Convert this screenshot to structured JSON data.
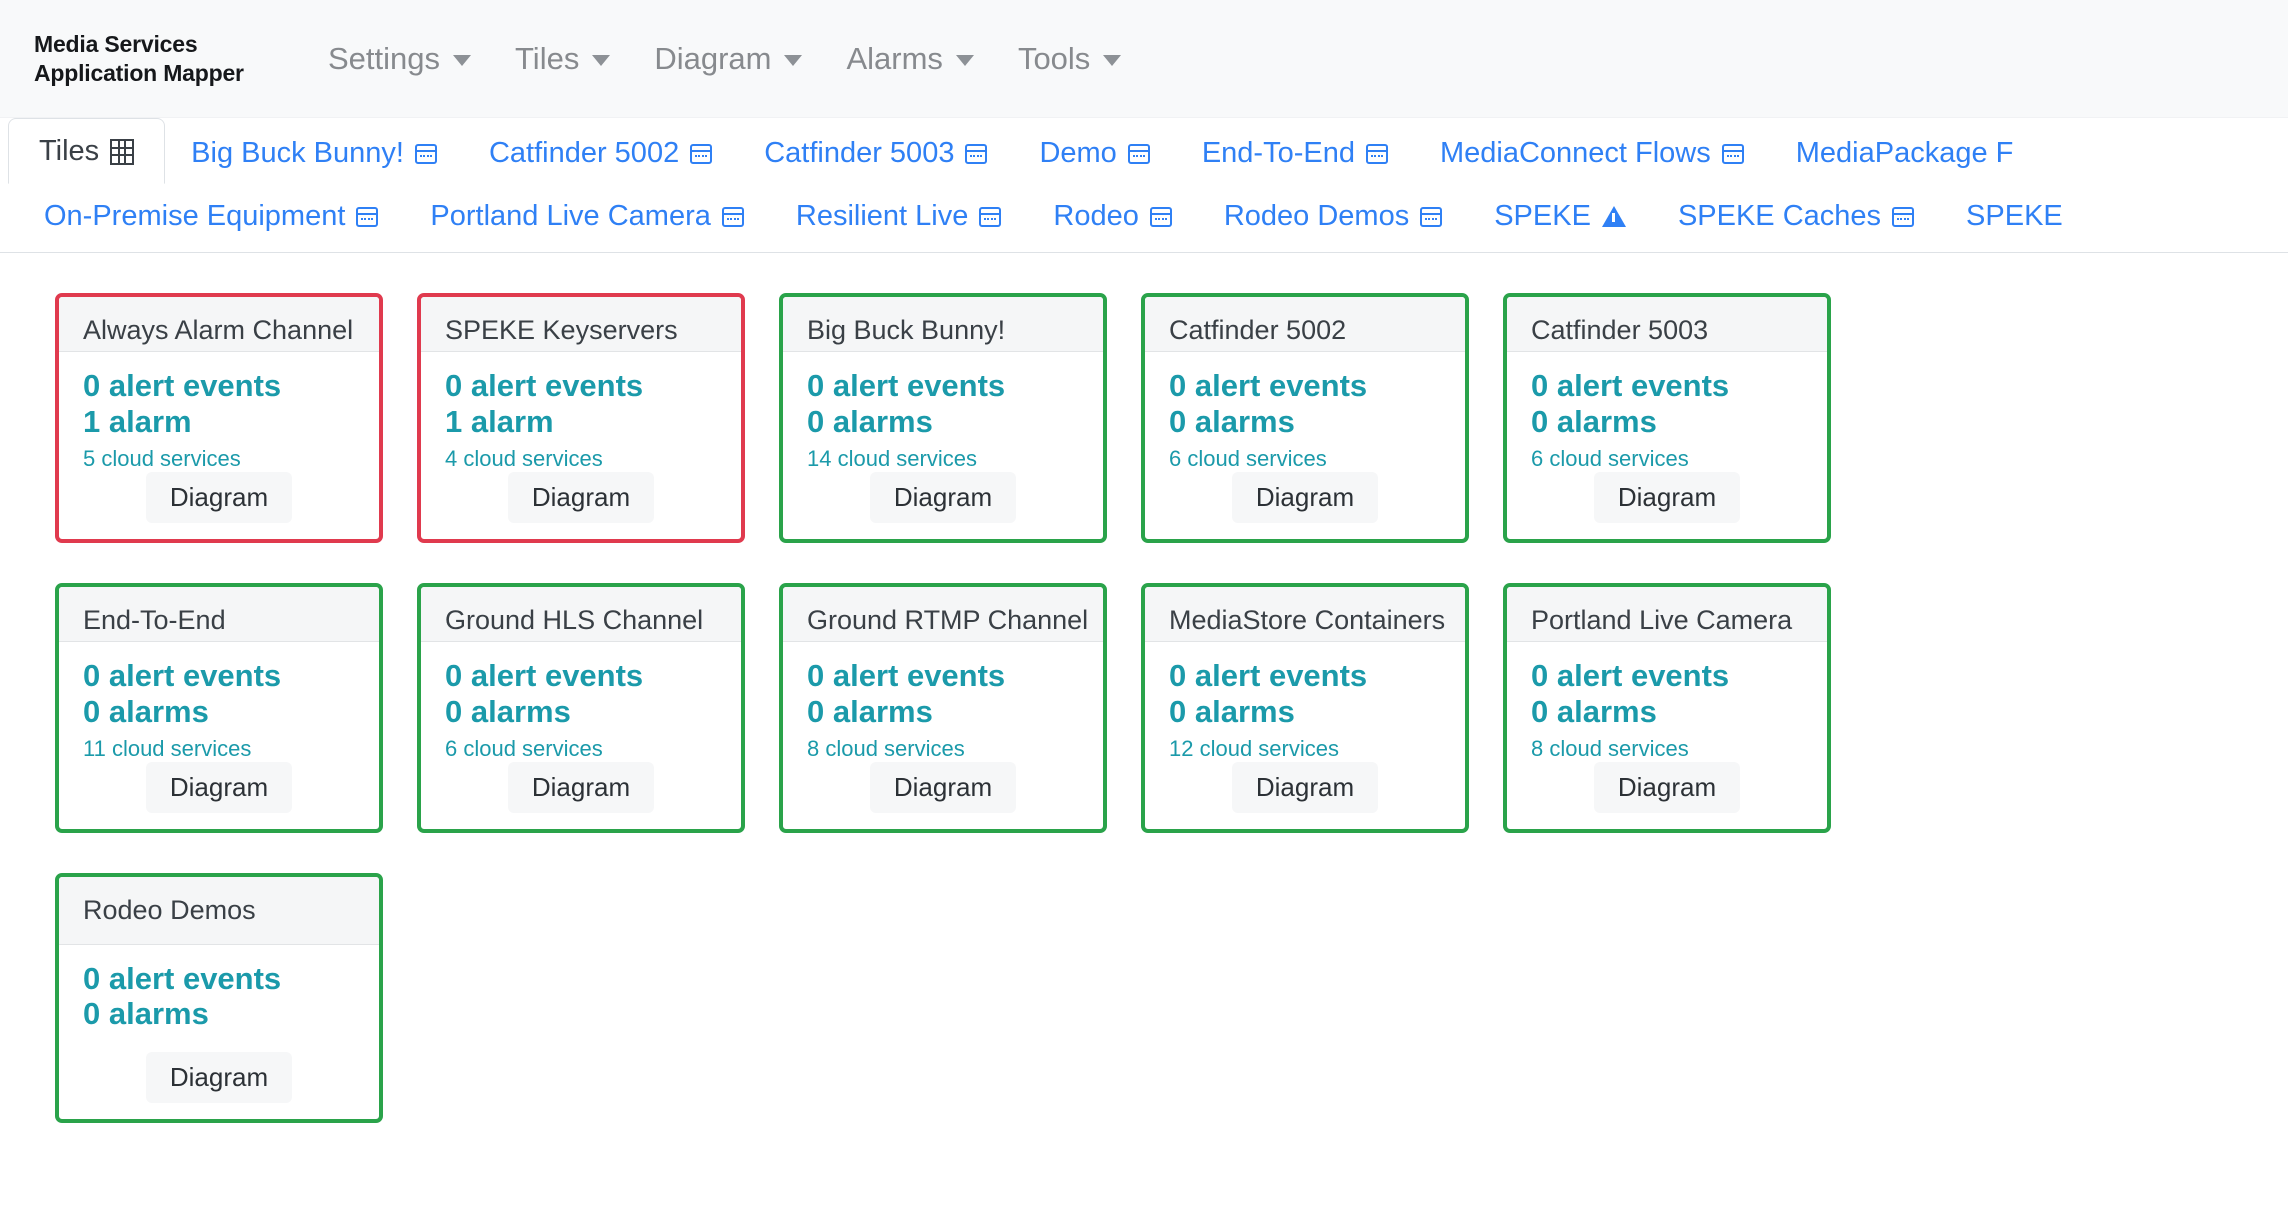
{
  "navbar": {
    "brand_line1": "Media Services",
    "brand_line2": "Application Mapper",
    "menus": [
      {
        "label": "Settings"
      },
      {
        "label": "Tiles"
      },
      {
        "label": "Diagram"
      },
      {
        "label": "Alarms"
      },
      {
        "label": "Tools"
      }
    ]
  },
  "tabs": {
    "row1": [
      {
        "label": "Tiles",
        "icon": "grid-icon",
        "active": true
      },
      {
        "label": "Big Buck Bunny!",
        "icon": "tile-icon",
        "active": false
      },
      {
        "label": "Catfinder 5002",
        "icon": "tile-icon",
        "active": false
      },
      {
        "label": "Catfinder 5003",
        "icon": "tile-icon",
        "active": false
      },
      {
        "label": "Demo",
        "icon": "tile-icon",
        "active": false
      },
      {
        "label": "End-To-End",
        "icon": "tile-icon",
        "active": false
      },
      {
        "label": "MediaConnect Flows",
        "icon": "tile-icon",
        "active": false
      },
      {
        "label": "MediaPackage F",
        "icon": "none",
        "active": false
      }
    ],
    "row2": [
      {
        "label": "On-Premise Equipment",
        "icon": "tile-icon",
        "active": false
      },
      {
        "label": "Portland Live Camera",
        "icon": "tile-icon",
        "active": false
      },
      {
        "label": "Resilient Live",
        "icon": "tile-icon",
        "active": false
      },
      {
        "label": "Rodeo",
        "icon": "tile-icon",
        "active": false
      },
      {
        "label": "Rodeo Demos",
        "icon": "tile-icon",
        "active": false
      },
      {
        "label": "SPEKE",
        "icon": "warning-icon",
        "active": false
      },
      {
        "label": "SPEKE Caches",
        "icon": "tile-icon",
        "active": false
      },
      {
        "label": "SPEKE",
        "icon": "none",
        "active": false
      }
    ]
  },
  "colors": {
    "alarm_border": "#e03a4e",
    "ok_border": "#2aa34a",
    "metric_teal": "#1b9aaa",
    "link_blue": "#2f80f5"
  },
  "button_labels": {
    "diagram": "Diagram"
  },
  "tiles": [
    [
      {
        "title": "Always Alarm Channel",
        "alerts": "0 alert events",
        "alarms": "1 alarm",
        "services": "5 cloud services",
        "status": "alarm"
      },
      {
        "title": "SPEKE Keyservers",
        "alerts": "0 alert events",
        "alarms": "1 alarm",
        "services": "4 cloud services",
        "status": "alarm"
      },
      {
        "title": "Big Buck Bunny!",
        "alerts": "0 alert events",
        "alarms": "0 alarms",
        "services": "14 cloud services",
        "status": "ok"
      },
      {
        "title": "Catfinder 5002",
        "alerts": "0 alert events",
        "alarms": "0 alarms",
        "services": "6 cloud services",
        "status": "ok"
      },
      {
        "title": "Catfinder 5003",
        "alerts": "0 alert events",
        "alarms": "0 alarms",
        "services": "6 cloud services",
        "status": "ok"
      }
    ],
    [
      {
        "title": "End-To-End",
        "alerts": "0 alert events",
        "alarms": "0 alarms",
        "services": "11 cloud services",
        "status": "ok"
      },
      {
        "title": "Ground HLS Channel",
        "alerts": "0 alert events",
        "alarms": "0 alarms",
        "services": "6 cloud services",
        "status": "ok"
      },
      {
        "title": "Ground RTMP Channel",
        "alerts": "0 alert events",
        "alarms": "0 alarms",
        "services": "8 cloud services",
        "status": "ok"
      },
      {
        "title": "MediaStore Containers",
        "alerts": "0 alert events",
        "alarms": "0 alarms",
        "services": "12 cloud services",
        "status": "ok"
      },
      {
        "title": "Portland Live Camera",
        "alerts": "0 alert events",
        "alarms": "0 alarms",
        "services": "8 cloud services",
        "status": "ok"
      }
    ],
    [
      {
        "title": "Rodeo Demos",
        "alerts": "0 alert events",
        "alarms": "0 alarms",
        "services": "",
        "status": "ok"
      }
    ]
  ]
}
